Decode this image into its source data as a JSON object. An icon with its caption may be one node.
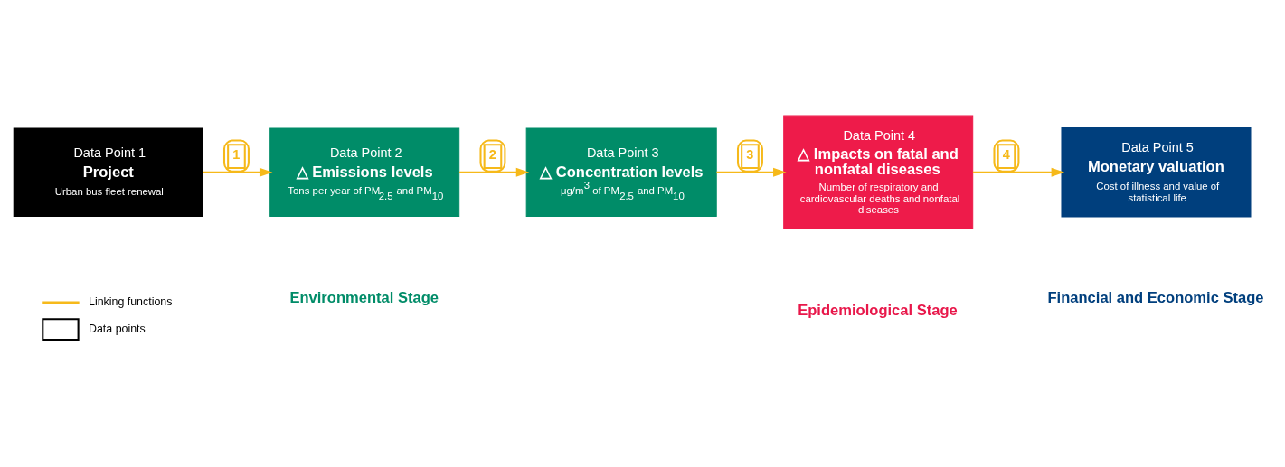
{
  "diagram": {
    "nodes": [
      {
        "text": [
          "Data Point 1",
          "Project",
          "Urban bus fleet renewal"
        ]
      },
      {
        "text": [
          "Data Point 2",
          "△ Emissions levels",
          "Tons per year of PM$_{2.5}$ and PM$_{10}$"
        ]
      },
      {
        "text": [
          "Data Point 3",
          "△ Concentration levels",
          "μg/m$^{3}$ of PM$_{2.5}$ and PM$_{10}$"
        ]
      },
      {
        "text": [
          "Data Point 4",
          "△ Impacts on fatal and nonfatal diseases",
          "Number of respiratory and cardiovascular deaths and nonfatal diseases"
        ]
      },
      {
        "text": [
          "Data Point 5",
          "Monetary valuation",
          "Cost of illness and value of statistical life"
        ]
      }
    ],
    "edges": [
      {
        "from": 0,
        "to": 1,
        "arrow": "to",
        "label": "1"
      },
      {
        "from": 1,
        "to": 2,
        "arrow": "to",
        "label": "2"
      },
      {
        "from": 2,
        "to": 3,
        "arrow": "to",
        "label": "3"
      },
      {
        "from": 3,
        "to": 4,
        "arrow": "to",
        "label": "4"
      }
    ],
    "labels": [
      "Environmental Stage",
      "Epidemiological Stage",
      "Financial and Economic Stage"
    ],
    "legend": [
      {
        "text": "Linking functions"
      },
      {
        "text": "Data points"
      }
    ]
  }
}
